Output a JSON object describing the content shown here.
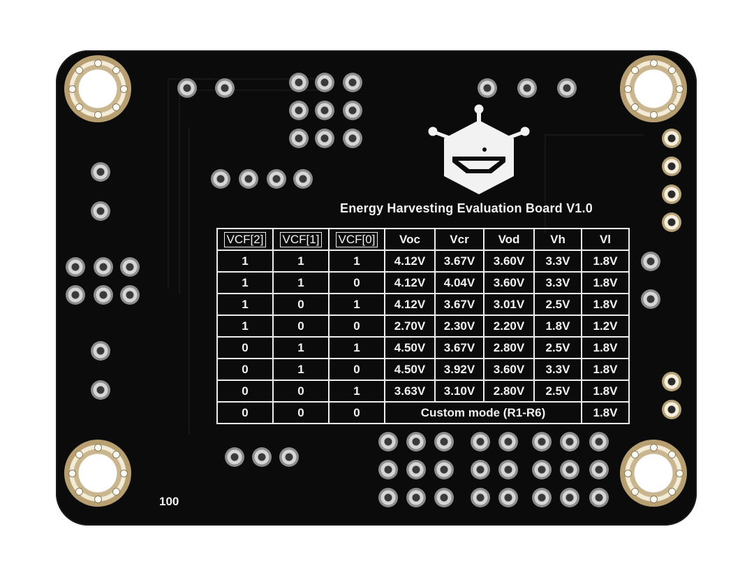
{
  "board_title": "Energy Harvesting Evaluation Board V1.0",
  "serial_mark": "100",
  "logo_icon": "robot-hexagon-logo-icon",
  "colors": {
    "board": "#0b0b0b",
    "silkscreen": "#f2f2f2",
    "gold": "#c9b58e"
  },
  "table": {
    "headers": [
      "VCF[2]",
      "VCF[1]",
      "VCF[0]",
      "Voc",
      "Vcr",
      "Vod",
      "Vh",
      "Vl"
    ],
    "rows": [
      [
        "1",
        "1",
        "1",
        "4.12V",
        "3.67V",
        "3.60V",
        "3.3V",
        "1.8V"
      ],
      [
        "1",
        "1",
        "0",
        "4.12V",
        "4.04V",
        "3.60V",
        "3.3V",
        "1.8V"
      ],
      [
        "1",
        "0",
        "1",
        "4.12V",
        "3.67V",
        "3.01V",
        "2.5V",
        "1.8V"
      ],
      [
        "1",
        "0",
        "0",
        "2.70V",
        "2.30V",
        "2.20V",
        "1.8V",
        "1.2V"
      ],
      [
        "0",
        "1",
        "1",
        "4.50V",
        "3.67V",
        "2.80V",
        "2.5V",
        "1.8V"
      ],
      [
        "0",
        "1",
        "0",
        "4.50V",
        "3.92V",
        "3.60V",
        "3.3V",
        "1.8V"
      ],
      [
        "0",
        "0",
        "1",
        "3.63V",
        "3.10V",
        "2.80V",
        "2.5V",
        "1.8V"
      ]
    ],
    "custom_row": {
      "vcf": [
        "0",
        "0",
        "0"
      ],
      "label": "Custom mode (R1-R6)",
      "vl": "1.8V"
    }
  }
}
